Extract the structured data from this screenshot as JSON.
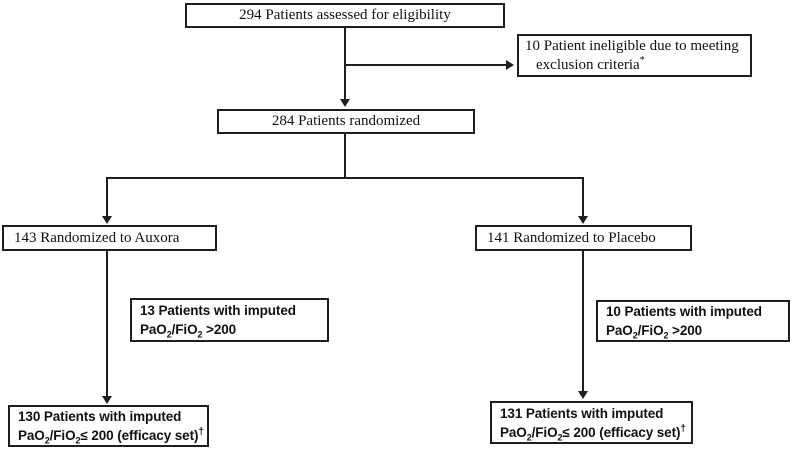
{
  "colors": {
    "background": "#ffffff",
    "box_border": "#1f1f1f",
    "connector_line": "#1f1f1f",
    "text": "#111111"
  },
  "boxes": {
    "eligibility": {
      "text": "294 Patients assessed for eligibility"
    },
    "ineligible": {
      "line1": "10 Patient ineligible due to meeting",
      "line2_text": "exclusion criteria",
      "line2_sup": "*"
    },
    "randomized": {
      "text": "284 Patients randomized"
    },
    "auxora": {
      "text": "143 Randomized to Auxora"
    },
    "placebo": {
      "text": "141 Randomized to Placebo"
    },
    "imputed_auxora": {
      "line1": "13 Patients with imputed",
      "line2": {
        "t1": "PaO",
        "sub1": "2",
        "t2": "/FiO",
        "sub2": "2",
        "t3": " >200"
      }
    },
    "imputed_placebo": {
      "line1": "10 Patients with imputed",
      "line2": {
        "t1": "PaO",
        "sub1": "2",
        "t2": "/FiO",
        "sub2": "2",
        "t3": " >200"
      }
    },
    "efficacy_auxora": {
      "line1": "130 Patients with imputed",
      "line2": {
        "t1": "PaO",
        "sub1": "2",
        "t2": "/FiO",
        "sub2": "2",
        "t3": "≤ 200 (efficacy set)",
        "sup": "†"
      }
    },
    "efficacy_placebo": {
      "line1": "131 Patients with imputed",
      "line2": {
        "t1": "PaO",
        "sub1": "2",
        "t2": "/FiO",
        "sub2": "2",
        "t3": "≤ 200 (efficacy set)",
        "sup": "†"
      }
    }
  }
}
